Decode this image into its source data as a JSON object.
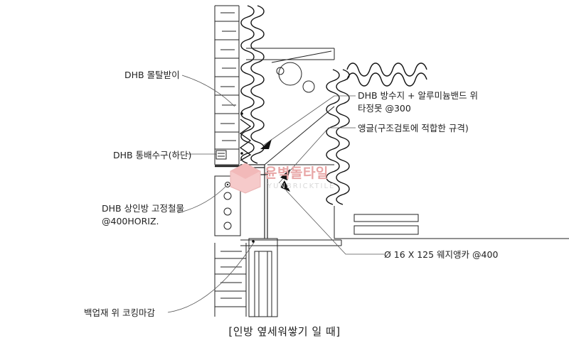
{
  "labels": {
    "mortar_tray": "DHB 몰탈받이",
    "weep_hole": "DHB 통배수구(하단)",
    "lintel_fixing": "DHB 상인방 고정철물",
    "lintel_fixing_spacing": "@400HORIZ.",
    "flashing": "DHB 방수지 + 알루미늄밴드 위",
    "flashing_nail": "타정못 @300",
    "angle": "앵글(구조검토에 적합한 규격)",
    "wedge_anchor": "Ø 16 X 125 웨지앵카 @400",
    "sealant": "백업재 위 코킹마감"
  },
  "caption": "[인방 옆세워쌓기 일 때]",
  "watermark": {
    "brand": "윤벽돌타일",
    "sub": "YUNBRICKTILE",
    "color": "#e8a6a6"
  }
}
